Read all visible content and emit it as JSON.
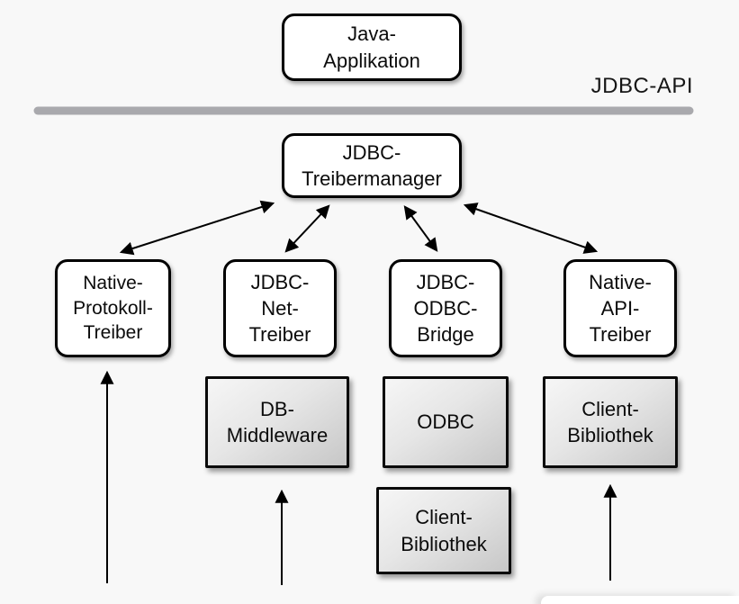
{
  "api_label": "JDBC-API",
  "colors": {
    "background": "#f8f8f8",
    "separator": "#a9a9ad",
    "node_border": "#000000",
    "gray_node_fill_light": "#f6f6f6",
    "gray_node_fill_dark": "#c7c7c7",
    "arrow": "#000000"
  },
  "nodes": {
    "java_application": {
      "label": "Java-\nApplikation",
      "style": "white"
    },
    "jdbc_treibermanager": {
      "label": "JDBC-\nTreibermanager",
      "style": "white"
    },
    "native_protokoll_treiber": {
      "label": "Native-\nProtokoll-\nTreiber",
      "style": "white"
    },
    "jdbc_net_treiber": {
      "label": "JDBC-\nNet-\nTreiber",
      "style": "white"
    },
    "jdbc_odbc_bridge": {
      "label": "JDBC-\nODBC-\nBridge",
      "style": "white"
    },
    "native_api_treiber": {
      "label": "Native-\nAPI-\nTreiber",
      "style": "white"
    },
    "db_middleware": {
      "label": "DB-\nMiddleware",
      "style": "gray"
    },
    "odbc": {
      "label": "ODBC",
      "style": "gray"
    },
    "client_bibliothek_right": {
      "label": "Client-\nBibliothek",
      "style": "gray"
    },
    "client_bibliothek_center": {
      "label": "Client-\nBibliothek",
      "style": "gray"
    }
  },
  "edges": [
    {
      "from": "jdbc_treibermanager",
      "to": "native_protokoll_treiber",
      "direction": "both"
    },
    {
      "from": "jdbc_treibermanager",
      "to": "jdbc_net_treiber",
      "direction": "both"
    },
    {
      "from": "jdbc_treibermanager",
      "to": "jdbc_odbc_bridge",
      "direction": "both"
    },
    {
      "from": "jdbc_treibermanager",
      "to": "native_api_treiber",
      "direction": "both"
    },
    {
      "from": "bottom",
      "to": "native_protokoll_treiber",
      "direction": "up"
    },
    {
      "from": "bottom",
      "to": "db_middleware",
      "direction": "up"
    },
    {
      "from": "bottom",
      "to": "client_bibliothek_right",
      "direction": "up"
    }
  ]
}
